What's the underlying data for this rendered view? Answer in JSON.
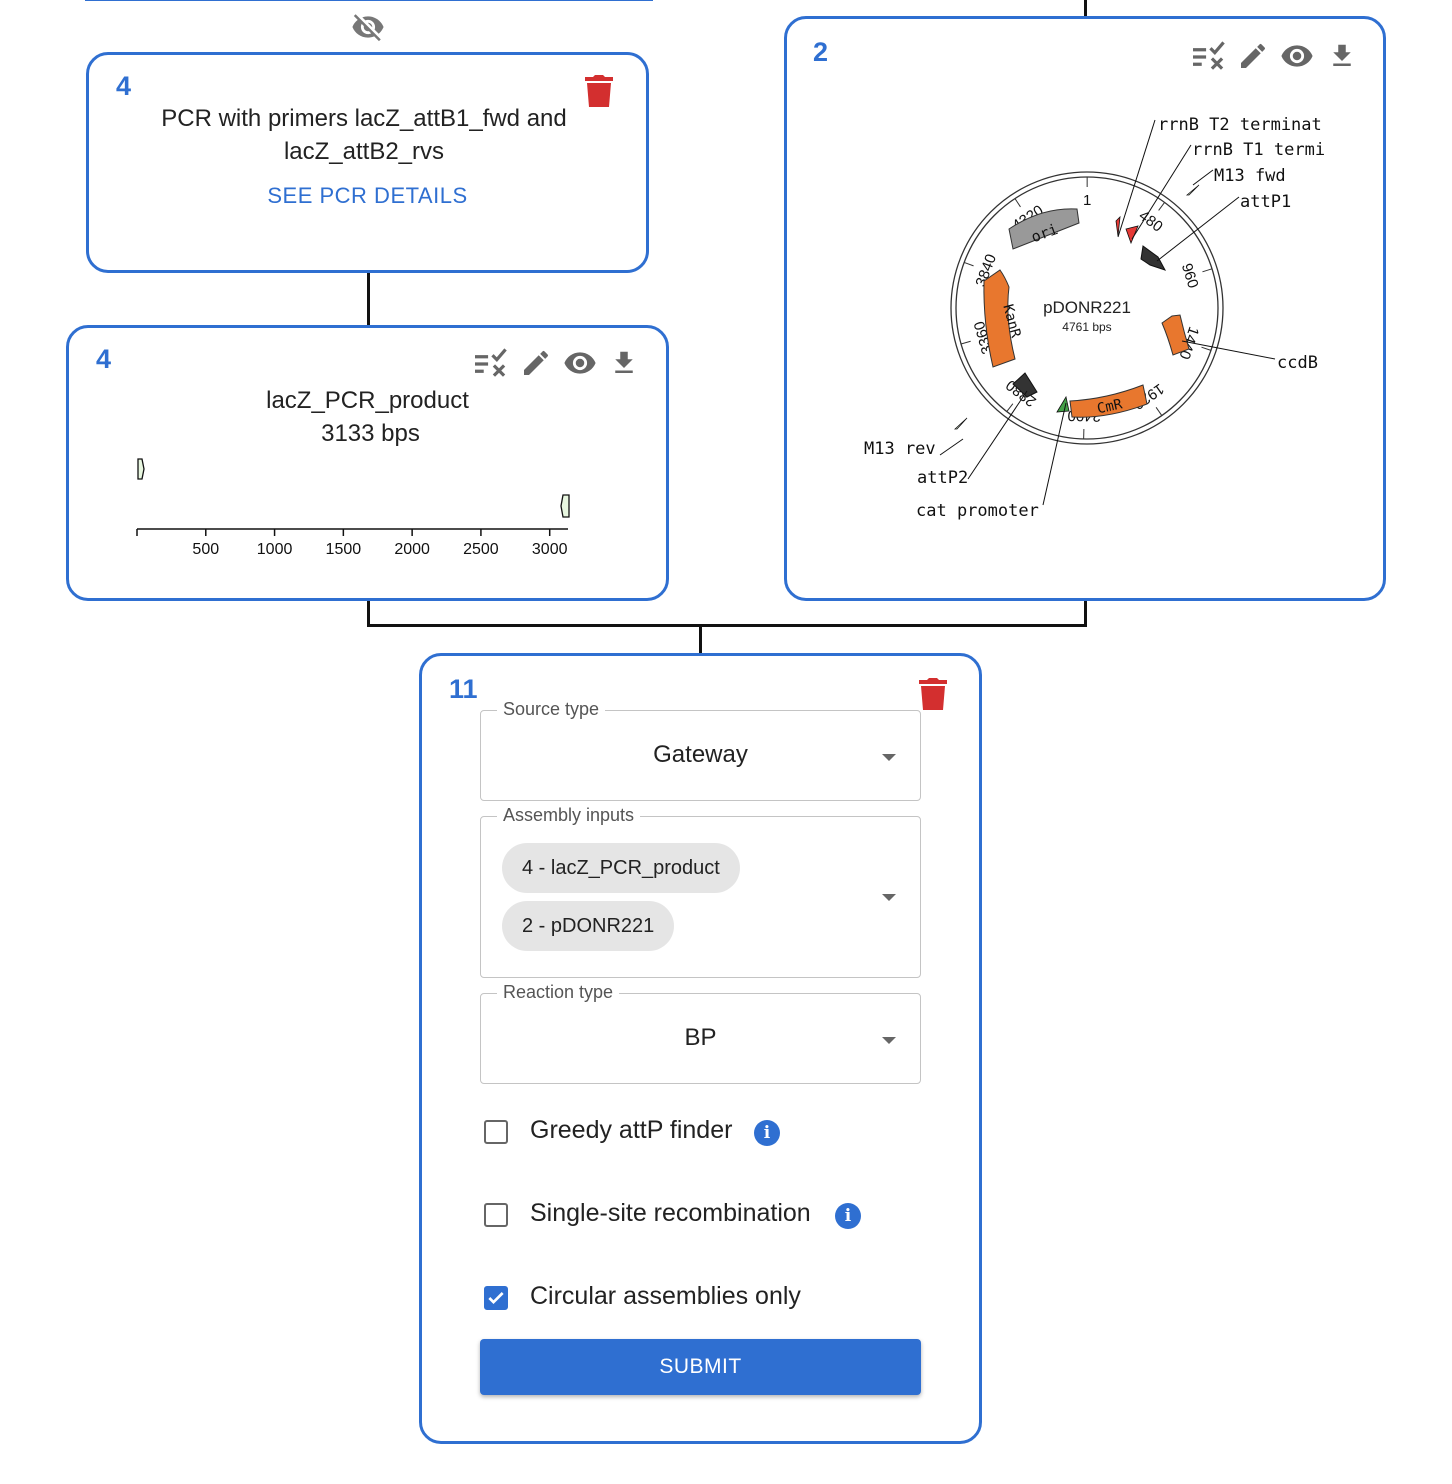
{
  "pcr_source": {
    "id": "4",
    "title": "PCR with primers lacZ_attB1_fwd and lacZ_attB2_rvs",
    "details_link": "SEE PCR DETAILS"
  },
  "pcr_product": {
    "id": "4",
    "name": "lacZ_PCR_product",
    "size": "3133 bps",
    "ruler_ticks": [
      "500",
      "1000",
      "1500",
      "2000",
      "2500",
      "3000"
    ]
  },
  "plasmid": {
    "id": "2",
    "name": "pDONR221",
    "size": "4761 bps",
    "ticks": [
      "1",
      "480",
      "960",
      "1440",
      "1920",
      "2400",
      "2880",
      "3360",
      "3840",
      "4320"
    ],
    "feature_labels": {
      "rrnb_t2": "rrnB T2 terminat",
      "rrnb_t1": "rrnB T1 termi",
      "m13_fwd": "M13 fwd",
      "attp1": "attP1",
      "ccdb": "ccdB",
      "m13_rev": "M13 rev",
      "attp2": "attP2",
      "cat_promoter": "cat promoter",
      "ori": "ori",
      "kanr": "KanR",
      "cmr": "CmR"
    },
    "feature_colors": {
      "resistance": "#e8772e",
      "ori": "#999999",
      "att": "#333333",
      "terminator": "#e53935",
      "promoter": "#43a047"
    }
  },
  "assembly": {
    "id": "11",
    "source_type_label": "Source type",
    "source_type_value": "Gateway",
    "inputs_label": "Assembly inputs",
    "inputs": [
      "4 - lacZ_PCR_product",
      "2 - pDONR221"
    ],
    "reaction_type_label": "Reaction type",
    "reaction_type_value": "BP",
    "options": [
      {
        "label": "Greedy attP finder",
        "checked": false,
        "info": true
      },
      {
        "label": "Single-site recombination",
        "checked": false,
        "info": true
      },
      {
        "label": "Circular assemblies only",
        "checked": true,
        "info": false
      }
    ],
    "submit_label": "SUBMIT"
  },
  "colors": {
    "accent": "#2f6fd1",
    "delete": "#d32f2f",
    "icon_gray": "#5f5f5f"
  }
}
